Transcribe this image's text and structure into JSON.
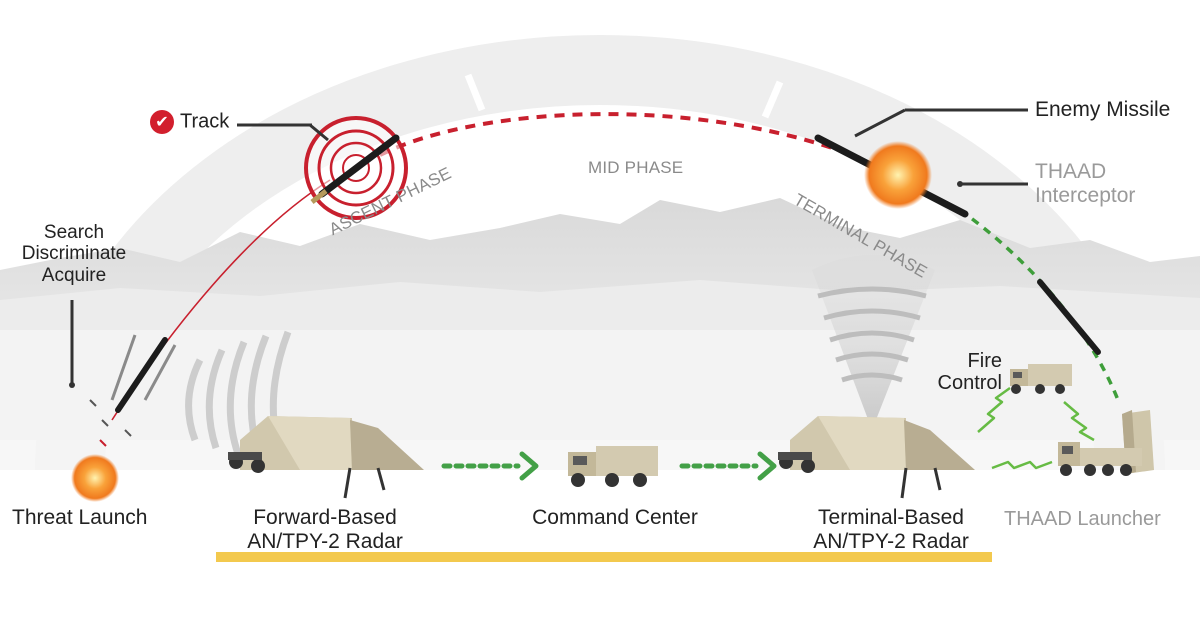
{
  "labels": {
    "track": "Track",
    "search": "Search",
    "discriminate": "Discriminate",
    "acquire": "Acquire",
    "threat_launch": "Threat Launch",
    "forward_radar_l1": "Forward-Based",
    "forward_radar_l2": "AN/TPY-2 Radar",
    "command_center": "Command Center",
    "terminal_radar_l1": "Terminal-Based",
    "terminal_radar_l2": "AN/TPY-2 Radar",
    "thaad_launcher": "THAAD Launcher",
    "fire_l1": "Fire",
    "fire_l2": "Control",
    "enemy_missile": "Enemy Missile",
    "thaad_l1": "THAAD",
    "thaad_l2": "Interceptor"
  },
  "phases": {
    "ascent": "ASCENT PHASE",
    "mid": "MID PHASE",
    "terminal": "TERMINAL PHASE"
  },
  "icons": {
    "track": "checkmark-icon",
    "radar": "radar-icon",
    "truck": "truck-icon",
    "missile": "missile-icon",
    "explosion": "explosion-icon",
    "launcher": "launcher-icon"
  },
  "colors": {
    "threat_path": "#c8202e",
    "interceptor_path": "#3e9e3a",
    "data_link": "#43a047",
    "radio_link": "#66bb44",
    "highlight_bar": "#f3c94e",
    "explosion": "#f58a1f"
  }
}
